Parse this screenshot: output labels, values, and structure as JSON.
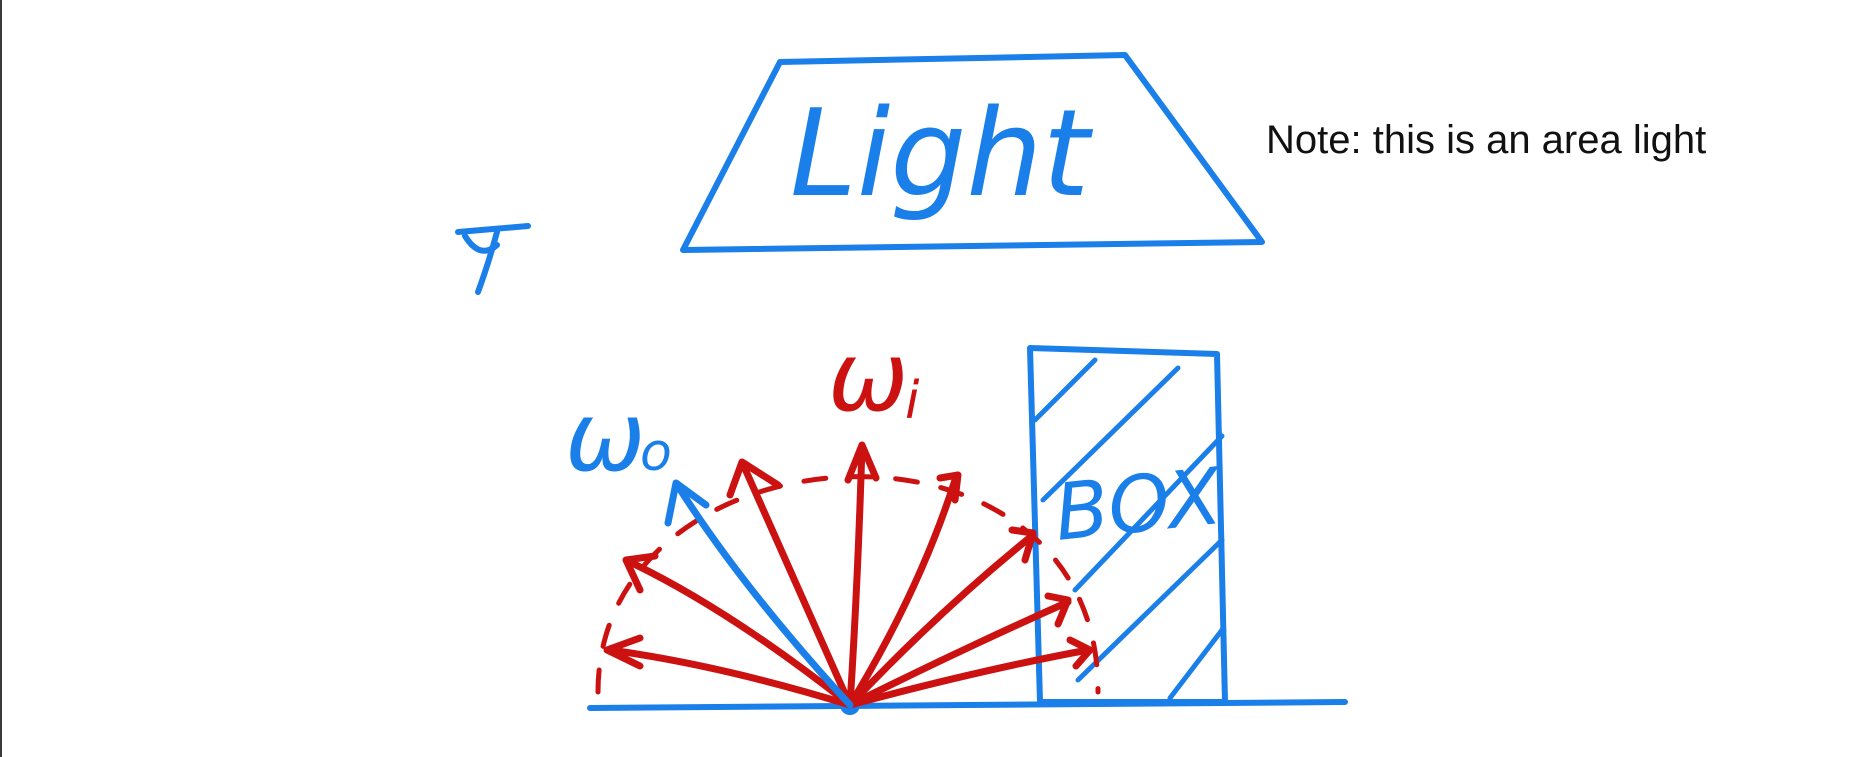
{
  "labels": {
    "light": "Light",
    "box": "BOX",
    "omega_o_base": "ω",
    "omega_o_sub": "o",
    "omega_i_base": "ω",
    "omega_i_sub": "i",
    "note": "Note: this is an area light"
  },
  "colors": {
    "blue": "#1a7fe8",
    "red": "#cc1111",
    "text": "#111111",
    "background": "#ffffff"
  },
  "icons": {
    "camera": "eye-camera-icon"
  }
}
